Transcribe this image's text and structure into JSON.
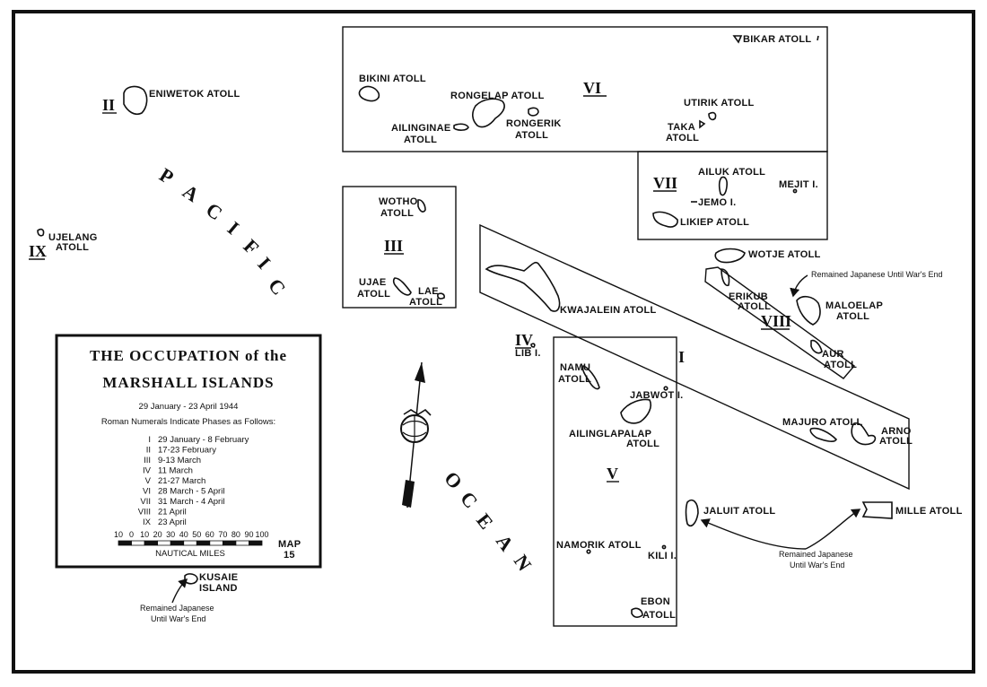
{
  "legend": {
    "title_line1": "THE OCCUPATION of the",
    "title_line2": "MARSHALL ISLANDS",
    "dates": "29 January - 23 April 1944",
    "subtitle": "Roman Numerals Indicate Phases as Follows:",
    "phases": [
      {
        "numeral": "I",
        "dates": "29 January - 8 February"
      },
      {
        "numeral": "II",
        "dates": "17-23 February"
      },
      {
        "numeral": "III",
        "dates": "9-13 March"
      },
      {
        "numeral": "IV",
        "dates": "11 March"
      },
      {
        "numeral": "V",
        "dates": "21-27 March"
      },
      {
        "numeral": "VI",
        "dates": "28 March - 5 April"
      },
      {
        "numeral": "VII",
        "dates": "31 March - 4 April"
      },
      {
        "numeral": "VIII",
        "dates": "21 April"
      },
      {
        "numeral": "IX",
        "dates": "23 April"
      }
    ],
    "scale_ticks": [
      "10",
      "0",
      "10",
      "20",
      "30",
      "40",
      "50",
      "60",
      "70",
      "80",
      "90",
      "100"
    ],
    "scale_unit": "NAUTICAL MILES",
    "map_label": "MAP",
    "map_number": "15"
  },
  "ocean_labels": {
    "pacific": [
      "P",
      "A",
      "C",
      "I",
      "F",
      "I",
      "C"
    ],
    "ocean": [
      "O",
      "C",
      "E",
      "A",
      "N"
    ]
  },
  "phase_labels": {
    "p1": "I",
    "p2": "II",
    "p3": "III",
    "p4": "IV",
    "p5": "V",
    "p6": "VI",
    "p7": "VII",
    "p8": "VIII",
    "p9": "IX"
  },
  "places": {
    "bikar": "BIKAR ATOLL",
    "bikini": "BIKINI ATOLL",
    "rongelap": "RONGELAP ATOLL",
    "ailinginae_1": "AILINGINAE",
    "ailinginae_2": "ATOLL",
    "rongerik_1": "RONGERIK",
    "rongerik_2": "ATOLL",
    "utirik": "UTIRIK ATOLL",
    "taka_1": "TAKA",
    "taka_2": "ATOLL",
    "eniwetok": "ENIWETOK ATOLL",
    "ailuk": "AILUK ATOLL",
    "mejit": "MEJIT I.",
    "jemo": "JEMO I.",
    "likiep": "LIKIEP ATOLL",
    "ujelang_1": "UJELANG",
    "ujelang_2": "ATOLL",
    "wotho_1": "WOTHO",
    "wotho_2": "ATOLL",
    "ujae_1": "UJAE",
    "ujae_2": "ATOLL",
    "lae_1": "LAE",
    "lae_2": "ATOLL",
    "wotje": "WOTJE ATOLL",
    "erikub_1": "ERIKUB",
    "erikub_2": "ATOLL",
    "maloelap_1": "MALOELAP",
    "maloelap_2": "ATOLL",
    "kwajalein": "KWAJALEIN ATOLL",
    "lib": "LIB I.",
    "aur_1": "AUR",
    "aur_2": "ATOLL",
    "namu_1": "NAMU",
    "namu_2": "ATOLL",
    "jabwot": "JABWOT I.",
    "majuro": "MAJURO ATOLL",
    "arno_1": "ARNO",
    "arno_2": "ATOLL",
    "ailinglapalap_1": "AILINGLAPALAP",
    "ailinglapalap_2": "ATOLL",
    "jaluit": "JALUIT ATOLL",
    "mille": "MILLE ATOLL",
    "namorik": "NAMORIK ATOLL",
    "kili": "KILI I.",
    "ebon_1": "EBON",
    "ebon_2": "ATOLL",
    "kusaie_1": "KUSAIE",
    "kusaie_2": "ISLAND"
  },
  "notes": {
    "maloelap_note": "Remained Japanese Until War's End",
    "jaluit_mille_1": "Remained Japanese",
    "jaluit_mille_2": "Until War's End",
    "kusaie_1": "Remained Japanese",
    "kusaie_2": "Until War's End"
  }
}
